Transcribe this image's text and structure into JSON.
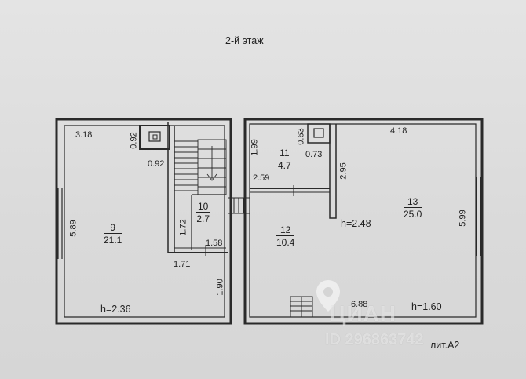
{
  "title": "2-й этаж",
  "sheet_label": "лит.А2",
  "watermark": {
    "brand": "ЦИАН",
    "id_text": "ID 296863742"
  },
  "rooms": [
    {
      "number": "9",
      "area": "21.1"
    },
    {
      "number": "10",
      "area": "2.7"
    },
    {
      "number": "11",
      "area": "4.7"
    },
    {
      "number": "12",
      "area": "10.4"
    },
    {
      "number": "13",
      "area": "25.0"
    }
  ],
  "heights": {
    "left": "h=2.36",
    "center": "h=2.48",
    "right": "h=1.60"
  },
  "dimensions": {
    "d318": "3.18",
    "d092a": "0.92",
    "d092b": "0.92",
    "d589": "5.89",
    "d172": "1.72",
    "d158": "1.58",
    "d171": "1.71",
    "d190": "1.90",
    "d199": "1.99",
    "d063": "0.63",
    "d073": "0.73",
    "d259": "2.59",
    "d295": "2.95",
    "d418": "4.18",
    "d599": "5.99",
    "d688": "6.88"
  }
}
